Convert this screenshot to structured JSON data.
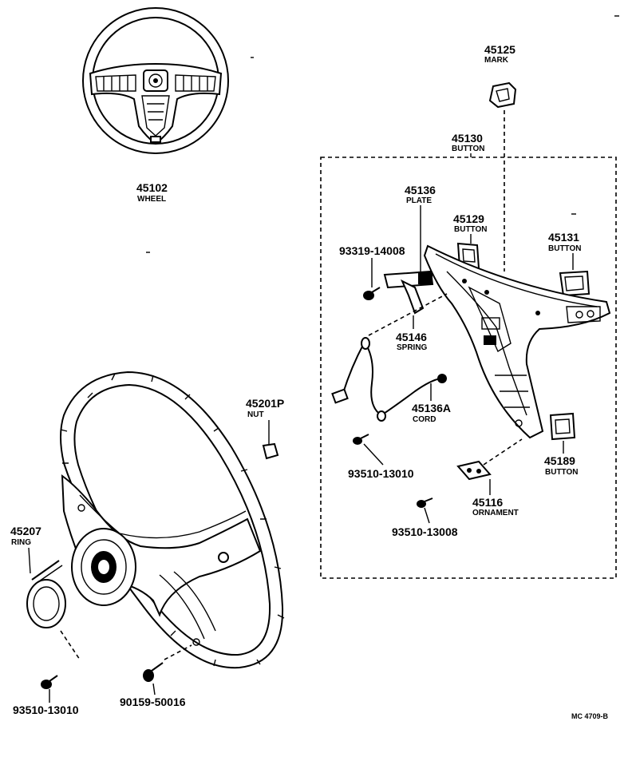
{
  "parts": {
    "p45102": {
      "number": "45102",
      "name": "WHEEL"
    },
    "p45125": {
      "number": "45125",
      "name": "MARK"
    },
    "p45130": {
      "number": "45130",
      "name": "BUTTON"
    },
    "p45136": {
      "number": "45136",
      "name": "PLATE"
    },
    "p45129": {
      "number": "45129",
      "name": "BUTTON"
    },
    "p45131": {
      "number": "45131",
      "name": "BUTTON"
    },
    "p93319": {
      "number": "93319-14008"
    },
    "p45146": {
      "number": "45146",
      "name": "SPRING"
    },
    "p45201P": {
      "number": "45201P",
      "name": "NUT"
    },
    "p45136A": {
      "number": "45136A",
      "name": "CORD"
    },
    "p93510a": {
      "number": "93510-13010"
    },
    "p45189": {
      "number": "45189",
      "name": "BUTTON"
    },
    "p45116": {
      "number": "45116",
      "name": "ORNAMENT"
    },
    "p93510b": {
      "number": "93510-13008"
    },
    "p45207": {
      "number": "45207",
      "name": "RING"
    },
    "p93510c": {
      "number": "93510-13010"
    },
    "p90159": {
      "number": "90159-50016"
    }
  },
  "reference_code": "MC 4709-B"
}
